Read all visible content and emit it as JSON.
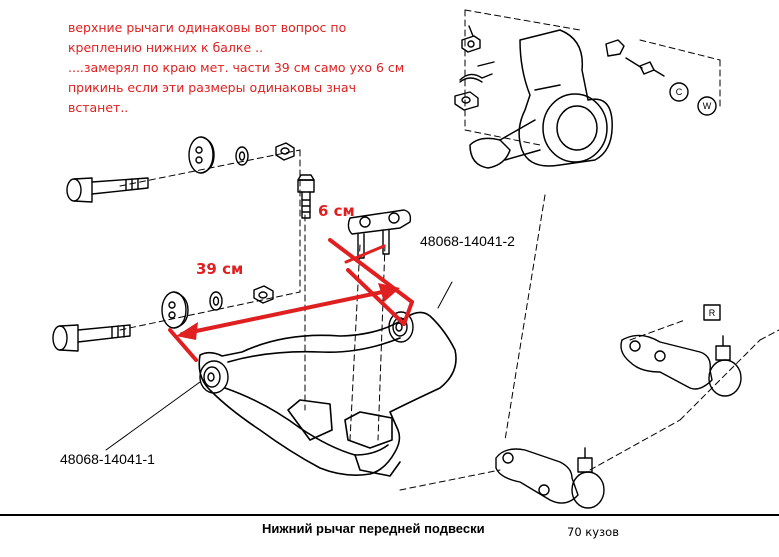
{
  "note": {
    "lines": [
      "верхние рычаги одинаковы   вот вопрос по",
      "креплению нижних к балке ..",
      "....замерял по краю мет. части 39 см само ухо 6 см",
      "прикинь если эти размеры одинаковы знач",
      "встанет.."
    ]
  },
  "dimensions": {
    "ear_width": "6 см",
    "arm_length": "39 см"
  },
  "part_numbers": {
    "right_bushing": "48068-14041-2",
    "left_bushing": "48068-14041-1"
  },
  "callouts": {
    "knuckle_tag_1": "C",
    "knuckle_tag_2": "W",
    "ball_joint_tag": "R"
  },
  "caption": {
    "title": "Нижний рычаг передней подвески",
    "model": "70 кузов"
  },
  "colors": {
    "annotation": "#e02020",
    "line_art": "#000000",
    "background": "#ffffff"
  }
}
